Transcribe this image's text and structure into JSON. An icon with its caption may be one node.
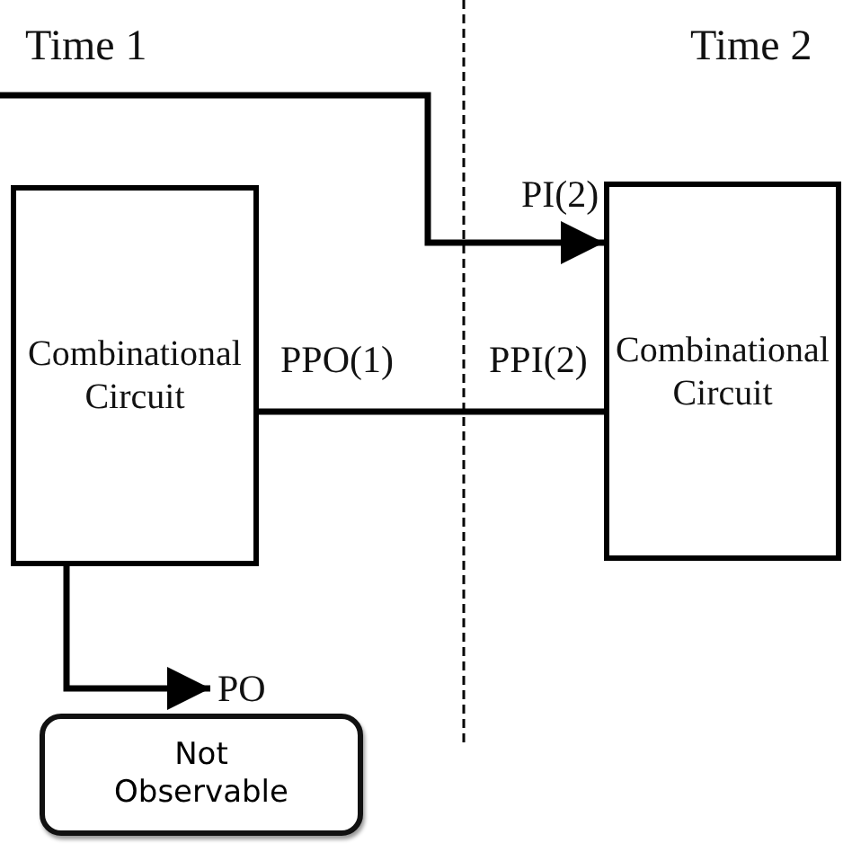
{
  "diagram": {
    "nodes": [
      {
        "text": [
          "Combinational Circuit"
        ]
      },
      {
        "text": [
          "PO"
        ]
      },
      {
        "text": [
          "Not Observable"
        ]
      },
      {
        "text": [
          "Combinational Circuit"
        ]
      }
    ],
    "edges": [
      {
        "from": null,
        "to": 3,
        "arrow": "to"
      },
      {
        "from": 0,
        "to": 3,
        "arrow": "none"
      },
      {
        "from": 0,
        "to": 1,
        "arrow": "to"
      }
    ],
    "labels": [
      "Time 1",
      "Time 2",
      "PI(2)",
      "PPO(1)",
      "PPI(2)"
    ]
  }
}
